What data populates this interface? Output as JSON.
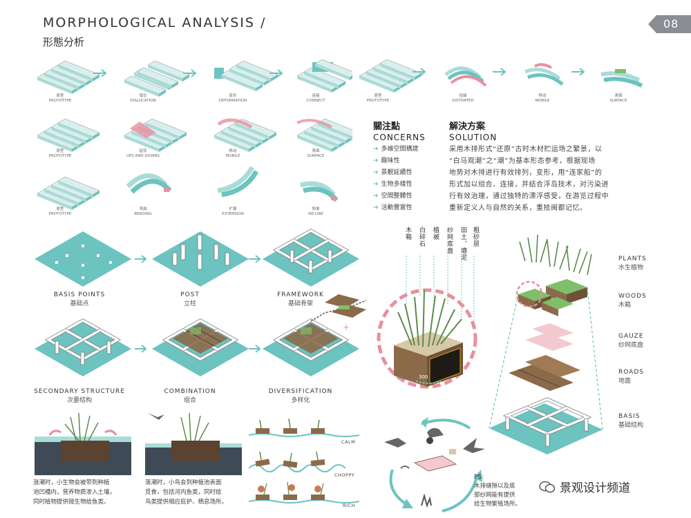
{
  "header": {
    "title_en": "MORPHOLOGICAL  ANALYSIS /",
    "title_cn": "形態分析",
    "page_number": "08"
  },
  "morph_grid": {
    "rows": [
      [
        {
          "cn": "原型",
          "en": "PROTOTYPE"
        },
        {
          "cn": "错位",
          "en": "DISLOCATION"
        },
        {
          "cn": "变形",
          "en": "DEFORMATION"
        },
        {
          "cn": "连接",
          "en": "CONNECT"
        }
      ],
      [
        {
          "cn": "原型",
          "en": "PROTOTYPE"
        },
        {
          "cn": "起伏",
          "en": "UPS AND DOWNS"
        },
        {
          "cn": "移动",
          "en": "MOBILE"
        },
        {
          "cn": "表面",
          "en": "SURFACE"
        }
      ],
      [
        {
          "cn": "原型",
          "en": "PROTOTYPE"
        },
        {
          "cn": "弯曲",
          "en": "BENDING"
        },
        {
          "cn": "扩展",
          "en": "EXTENSION"
        },
        {
          "cn": "斜坡",
          "en": "INCLINE"
        }
      ]
    ],
    "right_row": [
      {
        "cn": "原型",
        "en": "PROTOTYPE"
      },
      {
        "cn": "扭曲",
        "en": "DISTORTED"
      },
      {
        "cn": "移动",
        "en": "MOBILE"
      },
      {
        "cn": "表面",
        "en": "SURFACE"
      }
    ]
  },
  "concerns": {
    "title_cn": "關注點",
    "title_en": "CONCERNS",
    "items": [
      "多維空間構建",
      "趣味性",
      "景觀延續性",
      "生物多樣性",
      "空間整體性",
      "活動豐富性"
    ]
  },
  "solution": {
    "title_cn": "解決方案",
    "title_en": "SOLUTION",
    "lines": [
      "采用木排形式“还原”古时木材贮运场之繁景，以",
      "“白马观潮”之“潮”为基本形态参考，根据现场",
      "地势对木排进行有效排列，变形，用“连家船”的",
      "形式加以组合、连接，并结合浮岛技术，对污染进",
      "行有效治理，通过独特的漂浮感受，在游览过程中",
      "重新定义人与自然的关系，重拾闽都记忆。"
    ]
  },
  "construction": [
    {
      "en": "BASIS POINTS",
      "cn": "基础点"
    },
    {
      "en": "POST",
      "cn": "立柱"
    },
    {
      "en": "FRAMEWORK",
      "cn": "基础骨架"
    },
    {
      "en": "SECONDARY STRUCTURE",
      "cn": "次要结构"
    },
    {
      "en": "COMBINATION",
      "cn": "组合"
    },
    {
      "en": "DIVERSIFICATION",
      "cn": "多样化"
    }
  ],
  "tide_texts": [
    [
      "涨潮时，小生物会被带到种植",
      "池凹槽内，营养物质渗入土壤，",
      "同时植物提供微生物给鱼类。"
    ],
    [
      "落潮时，小鸟会到种植池表面",
      "觅食，包括河内鱼类，同时给",
      "鸟类提供相应庇护、栖息场所。"
    ]
  ],
  "water_states": [
    "CALM",
    "CHOPPY",
    "RICH"
  ],
  "layer_labels": [
    "木箱",
    "白碎石",
    "植被",
    "纱网底盘",
    "田土、塘泥",
    "粗砂层"
  ],
  "exploded": [
    {
      "en": "PLANTS",
      "cn": "水生植物"
    },
    {
      "en": "WOODS",
      "cn": "木箱"
    },
    {
      "en": "GAUZE",
      "cn": "纱网底盘"
    },
    {
      "en": "ROADS",
      "cn": "地面"
    },
    {
      "en": "BASIS",
      "cn": "基础结构"
    }
  ],
  "ps": {
    "label": "PS:",
    "lines": [
      "木排缝隙以及底",
      "部纱网能有提供",
      "给生物繁殖场所。"
    ]
  },
  "dim_label": "300",
  "watermark": "景观设计频道",
  "colors": {
    "teal": "#6cc3bf",
    "teal_light": "#a9dcd9",
    "pink": "#e8909c",
    "wood": "#8b6a4a",
    "text": "#333333"
  }
}
